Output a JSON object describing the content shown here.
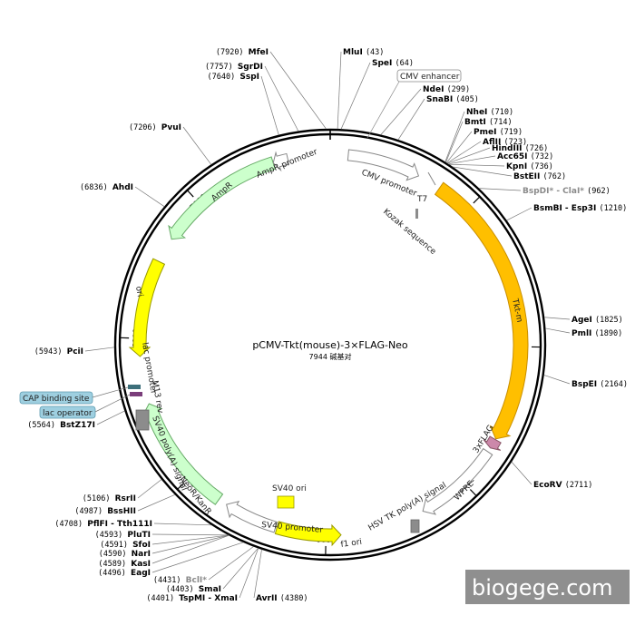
{
  "plasmid": {
    "name": "pCMV-Tkt(mouse)-3×FLAG-Neo",
    "size_text": "7944 碱基对",
    "length": 7944
  },
  "ticks": [
    {
      "pos": 1000,
      "label": "1000"
    },
    {
      "pos": 2000,
      "label": "2000"
    },
    {
      "pos": 3000,
      "label": "3000"
    },
    {
      "pos": 4000,
      "label": "4000"
    },
    {
      "pos": 5000,
      "label": "5000"
    },
    {
      "pos": 6000,
      "label": "6000"
    },
    {
      "pos": 7000,
      "label": "7000"
    }
  ],
  "features": [
    {
      "id": "cmv-promoter",
      "label": "CMV promoter",
      "start": 120,
      "end": 610,
      "color": "#ffffff",
      "stroke": "#888888",
      "dir": 1,
      "width": 12
    },
    {
      "id": "tkt-m",
      "label": "Tkt-m",
      "start": 770,
      "end": 2640,
      "color": "#ffbf00",
      "stroke": "#c98f00",
      "dir": 1,
      "width": 16
    },
    {
      "id": "3xflag",
      "label": "3xFLAG",
      "start": 2645,
      "end": 2710,
      "color": "#cc88aa",
      "stroke": "#885566",
      "dir": 1,
      "width": 14
    },
    {
      "id": "wpre",
      "label": "WPRE",
      "start": 2740,
      "end": 3330,
      "color": "#ffffff",
      "stroke": "#888888",
      "dir": 1,
      "width": 12
    },
    {
      "id": "f1-ori",
      "label": "f1 ori",
      "start": 3900,
      "end": 4330,
      "color": "#ffff00",
      "stroke": "#999900",
      "dir": -1,
      "width": 14
    },
    {
      "id": "sv40-promoter",
      "label": "SV40 promoter",
      "start": 4340,
      "end": 4700,
      "color": "#ffffff",
      "stroke": "#888888",
      "dir": 1,
      "width": 12
    },
    {
      "id": "neor-kanr",
      "label": "NeoR/KanR",
      "start": 4760,
      "end": 5560,
      "color": "#ccffcc",
      "stroke": "#66aa66",
      "dir": 1,
      "width": 14
    },
    {
      "id": "ori",
      "label": "ori",
      "start": 5880,
      "end": 6530,
      "color": "#ffff00",
      "stroke": "#999900",
      "dir": -1,
      "width": 14
    },
    {
      "id": "ampr",
      "label": "AmpR",
      "start": 6700,
      "end": 7560,
      "color": "#ccffcc",
      "stroke": "#66aa66",
      "dir": -1,
      "width": 14
    },
    {
      "id": "ampr-promoter",
      "label": "AmpR promoter",
      "start": 7560,
      "end": 7660,
      "color": "#ffffff",
      "stroke": "#888888",
      "dir": -1,
      "width": 12
    }
  ],
  "feature_labels": {
    "cmv_enhancer": "CMV enhancer",
    "t7": "T7",
    "kozak": "Kozak sequence",
    "hsv_tk": "HSV TK poly(A) signal",
    "sv40_ori": "SV40 ori",
    "sv40_polya": "SV40 poly(A) signal",
    "m13_rev": "M13 rev",
    "lac_promoter": "lac promoter",
    "cap_binding": "CAP binding site",
    "lac_operator": "lac operator"
  },
  "sites": [
    {
      "name": "MfeI",
      "pos": "(7920)",
      "side": "left",
      "gray": false
    },
    {
      "name": "SgrDI",
      "pos": "(7757)",
      "side": "left",
      "gray": false
    },
    {
      "name": "SspI",
      "pos": "(7640)",
      "side": "left",
      "gray": false
    },
    {
      "name": "PvuI",
      "pos": "(7206)",
      "side": "left",
      "gray": false
    },
    {
      "name": "AhdI",
      "pos": "(6836)",
      "side": "left",
      "gray": false
    },
    {
      "name": "PciI",
      "pos": "(5943)",
      "side": "left",
      "gray": false
    },
    {
      "name": "BstZ17I",
      "pos": "(5564)",
      "side": "left",
      "gray": false
    },
    {
      "name": "RsrII",
      "pos": "(5106)",
      "side": "left",
      "gray": false
    },
    {
      "name": "BssHII",
      "pos": "(4987)",
      "side": "left",
      "gray": false
    },
    {
      "name": "PflFI - Tth111I",
      "pos": "(4708)",
      "side": "left",
      "gray": false
    },
    {
      "name": "PluTI",
      "pos": "(4593)",
      "side": "left",
      "gray": false
    },
    {
      "name": "SfoI",
      "pos": "(4591)",
      "side": "left",
      "gray": false
    },
    {
      "name": "NarI",
      "pos": "(4590)",
      "side": "left",
      "gray": false
    },
    {
      "name": "KasI",
      "pos": "(4589)",
      "side": "left",
      "gray": false
    },
    {
      "name": "EagI",
      "pos": "(4496)",
      "side": "left",
      "gray": false
    },
    {
      "name": "BclI*",
      "pos": "(4431)",
      "side": "left",
      "gray": true
    },
    {
      "name": "SmaI",
      "pos": "(4403)",
      "side": "left",
      "gray": false
    },
    {
      "name": "TspMI - XmaI",
      "pos": "(4401)",
      "side": "left",
      "gray": false
    },
    {
      "name": "AvrII",
      "pos": "(4380)",
      "side": "right",
      "gray": false
    },
    {
      "name": "MluI",
      "pos": "(43)",
      "side": "right",
      "gray": false
    },
    {
      "name": "SpeI",
      "pos": "(64)",
      "side": "right",
      "gray": false
    },
    {
      "name": "NdeI",
      "pos": "(299)",
      "side": "right",
      "gray": false
    },
    {
      "name": "SnaBI",
      "pos": "(405)",
      "side": "right",
      "gray": false
    },
    {
      "name": "NheI",
      "pos": "(710)",
      "side": "right",
      "gray": false
    },
    {
      "name": "BmtI",
      "pos": "(714)",
      "side": "right",
      "gray": false
    },
    {
      "name": "PmeI",
      "pos": "(719)",
      "side": "right",
      "gray": false
    },
    {
      "name": "AflII",
      "pos": "(723)",
      "side": "right",
      "gray": false
    },
    {
      "name": "HindIII",
      "pos": "(726)",
      "side": "right",
      "gray": false
    },
    {
      "name": "Acc65I",
      "pos": "(732)",
      "side": "right",
      "gray": false
    },
    {
      "name": "KpnI",
      "pos": "(736)",
      "side": "right",
      "gray": false
    },
    {
      "name": "BstEII",
      "pos": "(762)",
      "side": "right",
      "gray": false
    },
    {
      "name": "BspDI* - ClaI*",
      "pos": "(962)",
      "side": "right",
      "gray": true
    },
    {
      "name": "BsmBI - Esp3I",
      "pos": "(1210)",
      "side": "right",
      "gray": false
    },
    {
      "name": "AgeI",
      "pos": "(1825)",
      "side": "right",
      "gray": false
    },
    {
      "name": "PmlI",
      "pos": "(1890)",
      "side": "right",
      "gray": false
    },
    {
      "name": "BspEI",
      "pos": "(2164)",
      "side": "right",
      "gray": false
    },
    {
      "name": "EcoRV",
      "pos": "(2711)",
      "side": "right",
      "gray": false
    }
  ],
  "watermark": "biogege.com",
  "colors": {
    "ring": "#000000",
    "cap_box": "#9ecfe0",
    "marker_gray": "#8c8c8c"
  }
}
